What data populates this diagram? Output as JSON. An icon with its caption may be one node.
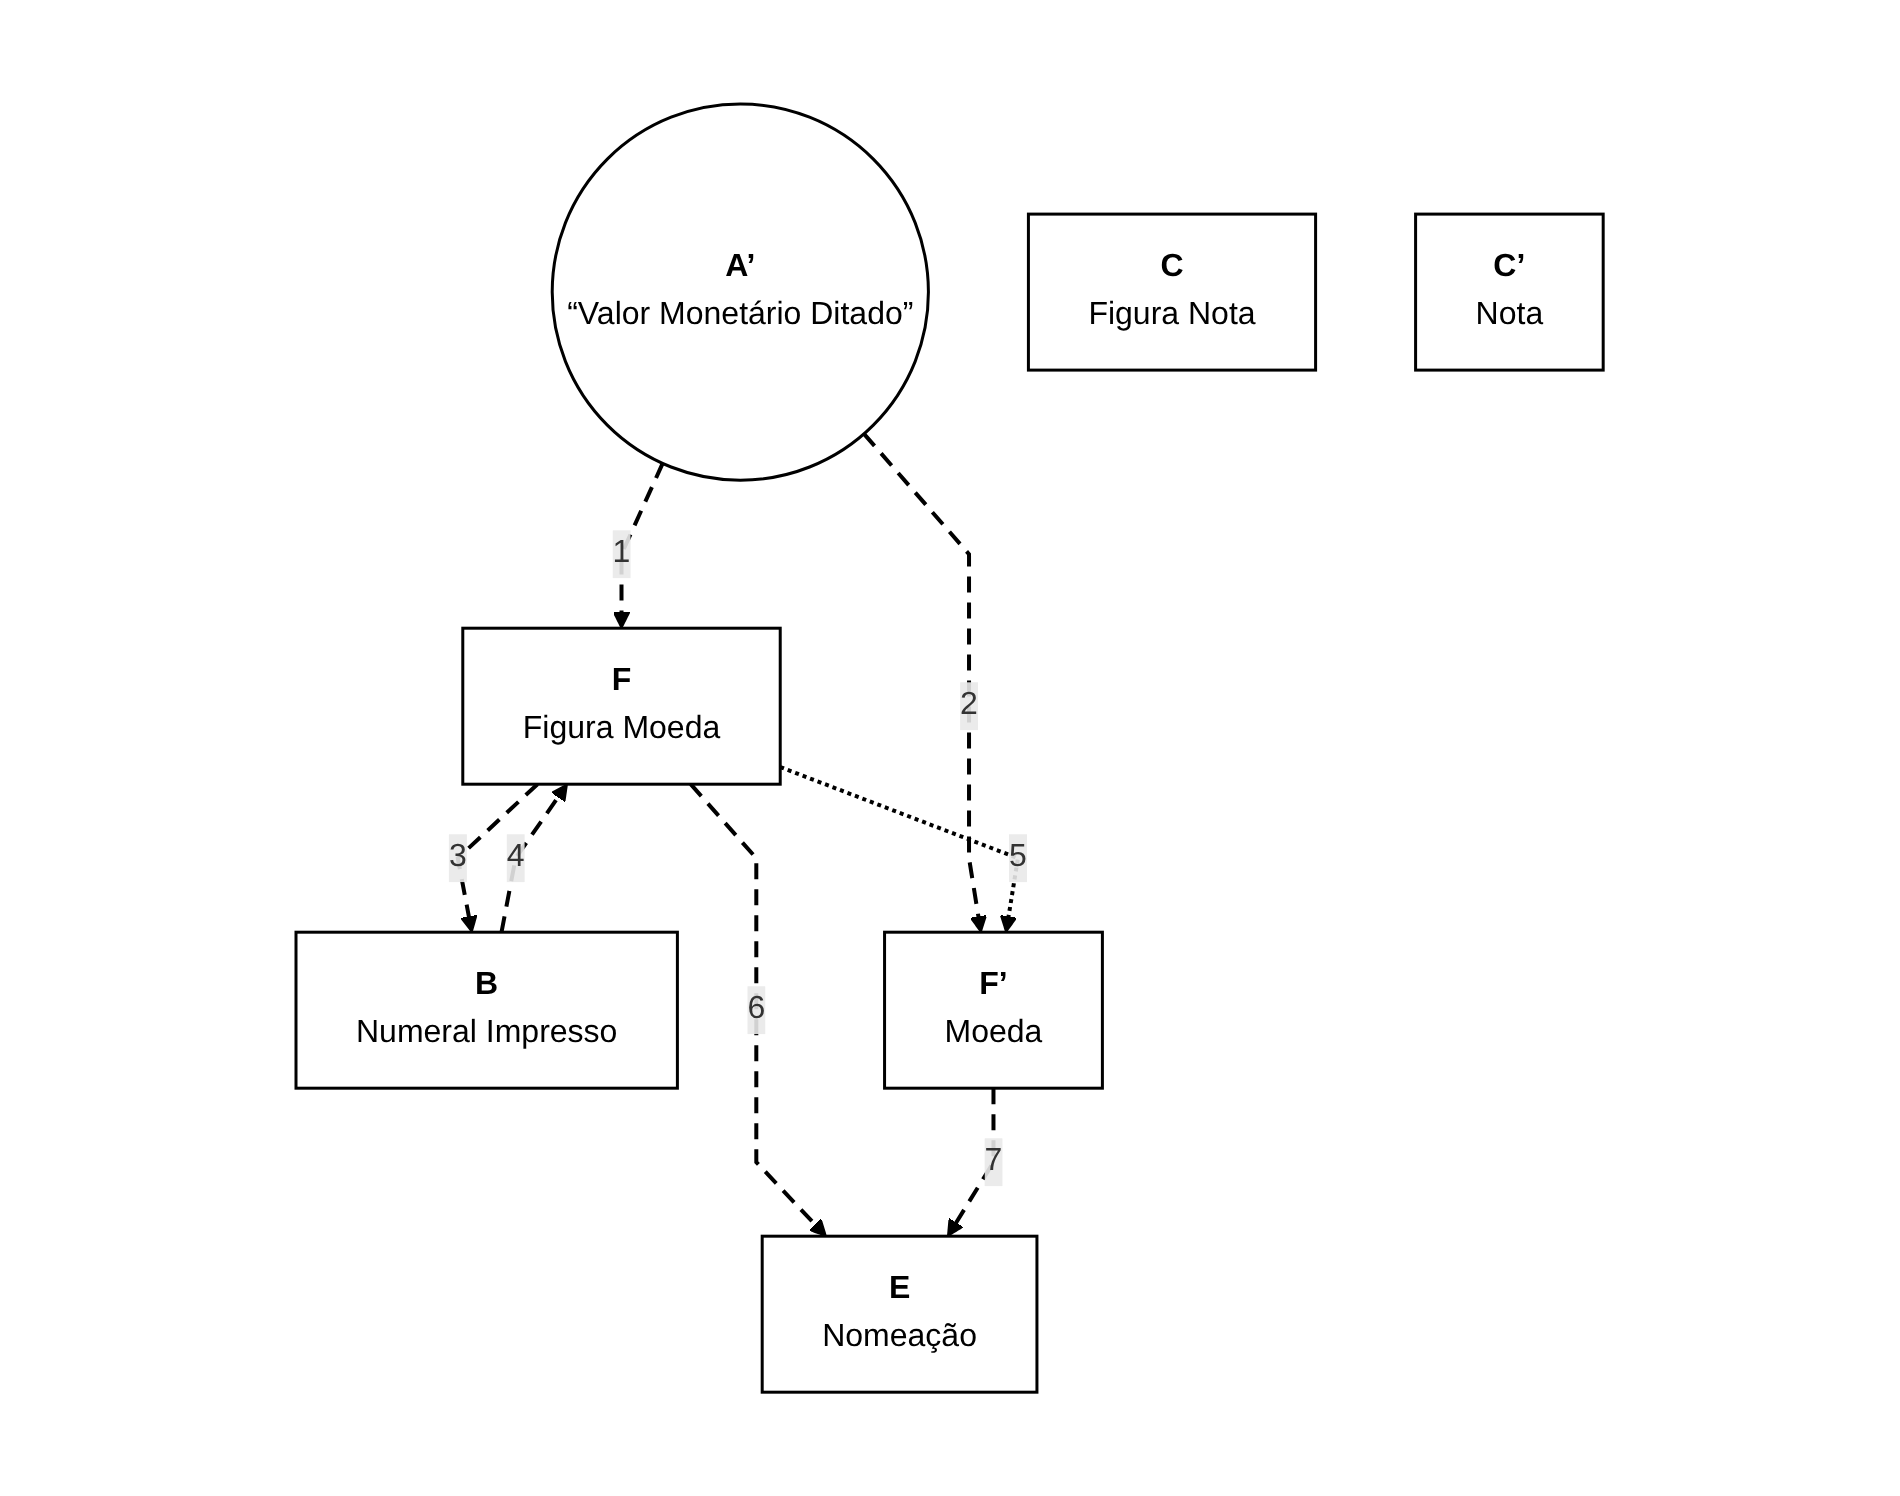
{
  "diagram": {
    "nodes": [
      {
        "text": [
          "A’",
          "“Valor Monetário Ditado”"
        ]
      },
      {
        "text": [
          "B",
          "Numeral Impresso"
        ]
      },
      {
        "text": [
          "C",
          "Figura Nota"
        ]
      },
      {
        "text": [
          "C’",
          "Nota"
        ]
      },
      {
        "text": [
          "E",
          "Nomeação"
        ]
      },
      {
        "text": [
          "F",
          "Figura Moeda"
        ]
      },
      {
        "text": [
          "F’",
          "Moeda"
        ]
      }
    ],
    "edges": [
      {
        "from": 0,
        "to": 5,
        "arrow": "to",
        "label": "1",
        "style": "dashed"
      },
      {
        "from": 0,
        "to": 6,
        "arrow": "to",
        "label": "2",
        "style": "dashed"
      },
      {
        "from": 5,
        "to": 1,
        "arrow": "to",
        "label": "3",
        "style": "dashed"
      },
      {
        "from": 1,
        "to": 5,
        "arrow": "to",
        "label": "4",
        "style": "dashed"
      },
      {
        "from": 5,
        "to": 6,
        "arrow": "to",
        "label": "5"
      },
      {
        "from": 5,
        "to": 4,
        "arrow": "to",
        "label": "6",
        "style": "dashed"
      },
      {
        "from": 6,
        "to": 4,
        "arrow": "to",
        "label": "7",
        "style": "dashed"
      }
    ]
  }
}
